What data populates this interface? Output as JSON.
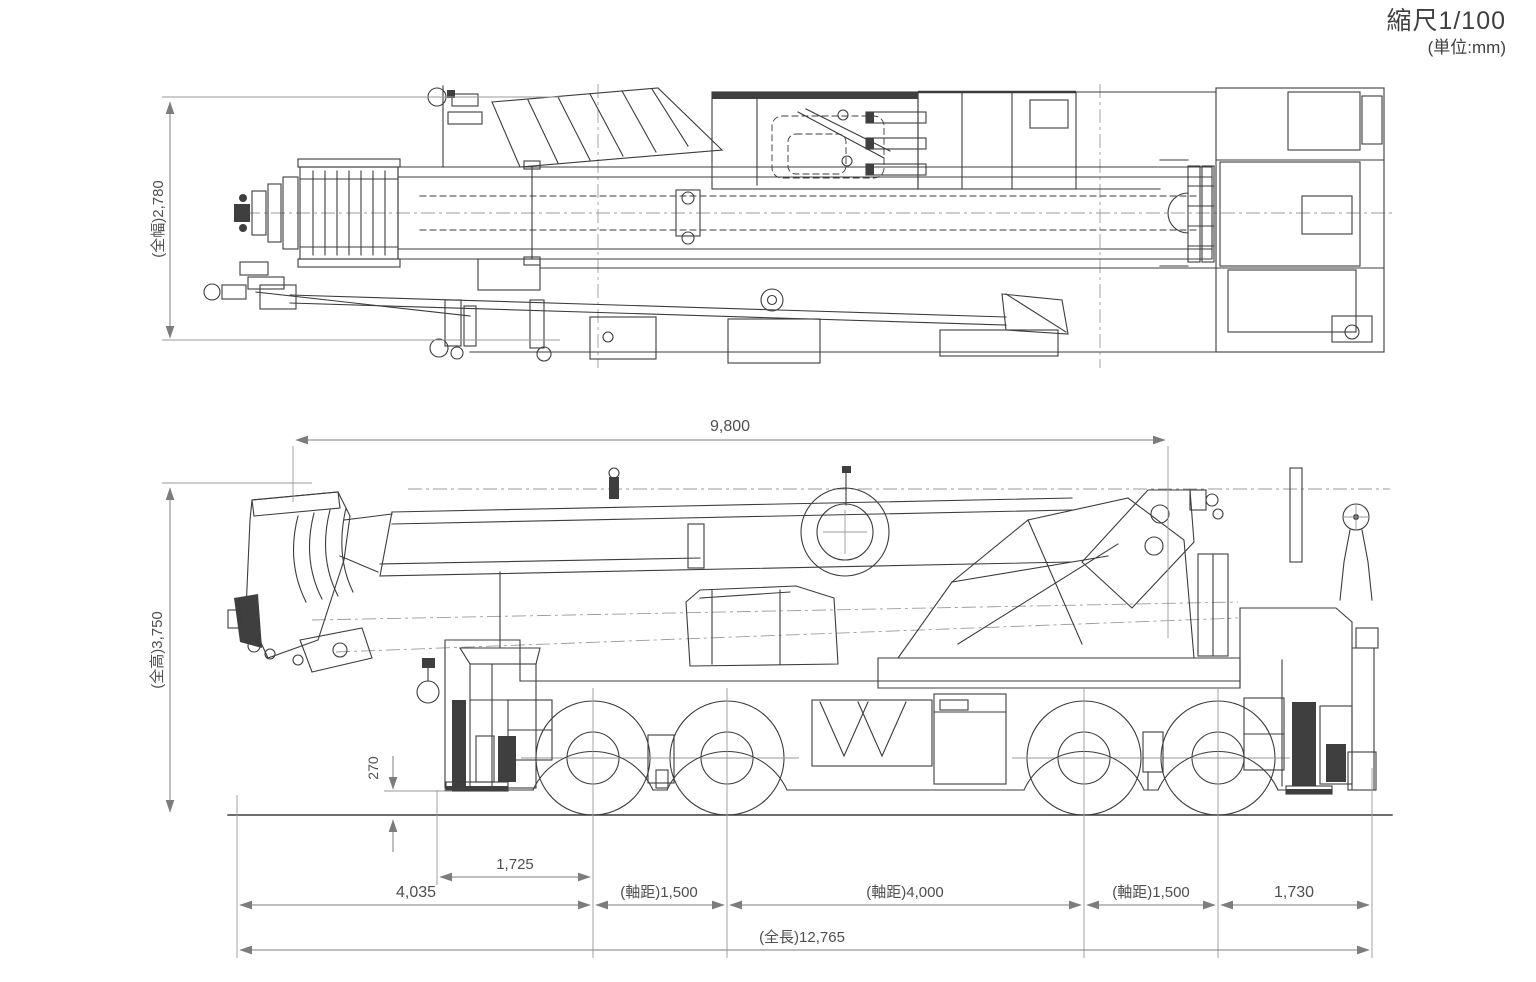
{
  "sheet": {
    "scale_note": "縮尺1/100",
    "unit_note": "(単位:mm)"
  },
  "top_view": {
    "overall_width": "(全幅)2,780"
  },
  "side_view": {
    "overall_height": "(全高)3,750",
    "boom_length": "9,800",
    "ground_clearance": "270",
    "outrigger_to_front_axle": "1,725",
    "front_overhang": "4,035",
    "wheelbase_front": "(軸距)1,500",
    "wheelbase_middle": "(軸距)4,000",
    "wheelbase_rear": "(軸距)1,500",
    "rear_overhang": "1,730",
    "overall_length": "(全長)12,765"
  },
  "colors": {
    "line": "#3c3c3c",
    "dimension": "#7d7d7d",
    "background": "#ffffff"
  }
}
